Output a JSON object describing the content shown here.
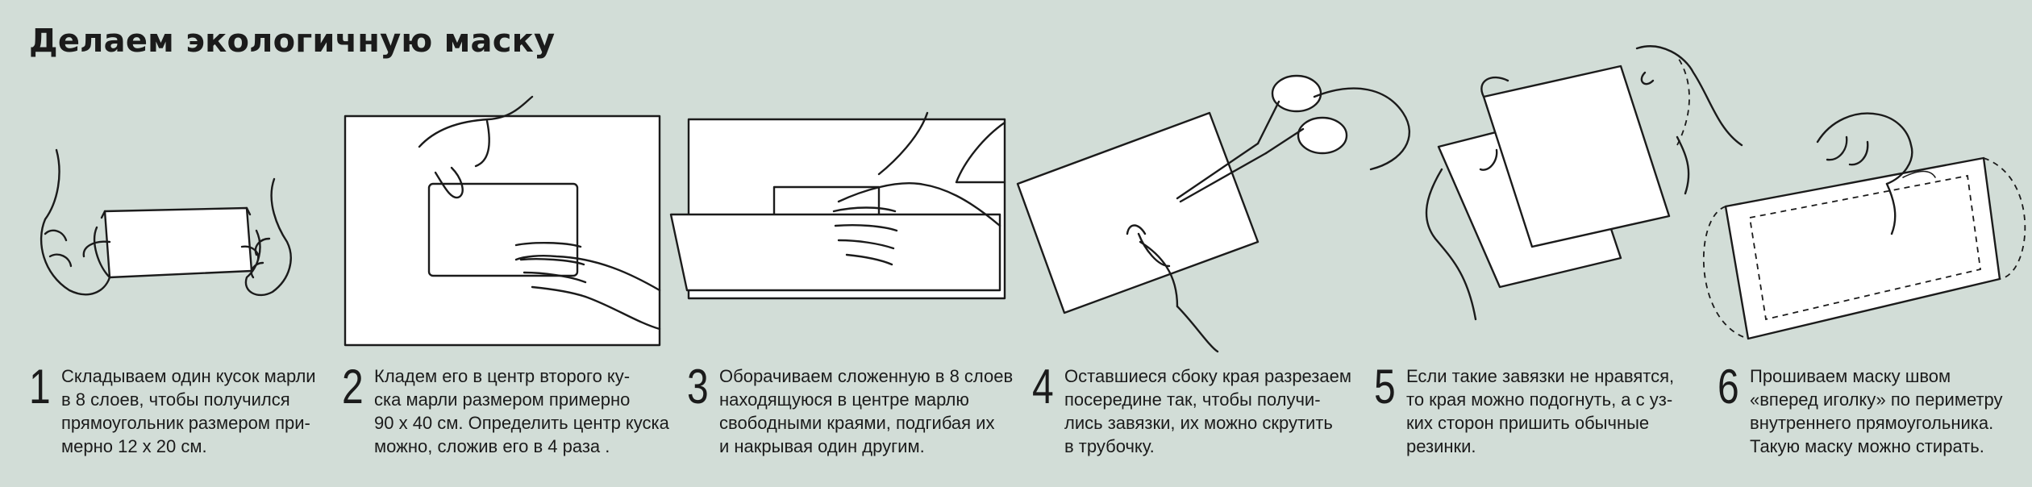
{
  "title": "Делаем экологичную маску",
  "steps": [
    {
      "number": "1",
      "lines": [
        "Складываем один кусок марли",
        "в 8 слоев, чтобы получился",
        "прямоугольник размером при-",
        "мерно 12 х 20 см."
      ]
    },
    {
      "number": "2",
      "lines": [
        "Кладем его в центр второго ку-",
        "ска марли размером примерно",
        "90 х 40 см. Определить центр куска",
        "можно, сложив его в 4 раза ."
      ]
    },
    {
      "number": "3",
      "lines": [
        "Оборачиваем сложенную в 8 слоев",
        "находящуюся в центре марлю",
        "свободными краями, подгибая их",
        "и накрывая один другим."
      ]
    },
    {
      "number": "4",
      "lines": [
        "Оставшиеся сбоку края разрезаем",
        "посередине так, чтобы получи-",
        "лись завязки, их можно скрутить",
        "в трубочку."
      ]
    },
    {
      "number": "5",
      "lines": [
        "Если такие завязки не нравятся,",
        "то края можно подогнуть, а с уз-",
        "ких сторон  пришить обычные",
        "резинки."
      ]
    },
    {
      "number": "6",
      "lines": [
        "Прошиваем маску швом",
        "«вперед иголку» по периметру",
        "внутреннего прямоугольника.",
        "Такую маску можно стирать."
      ]
    }
  ]
}
